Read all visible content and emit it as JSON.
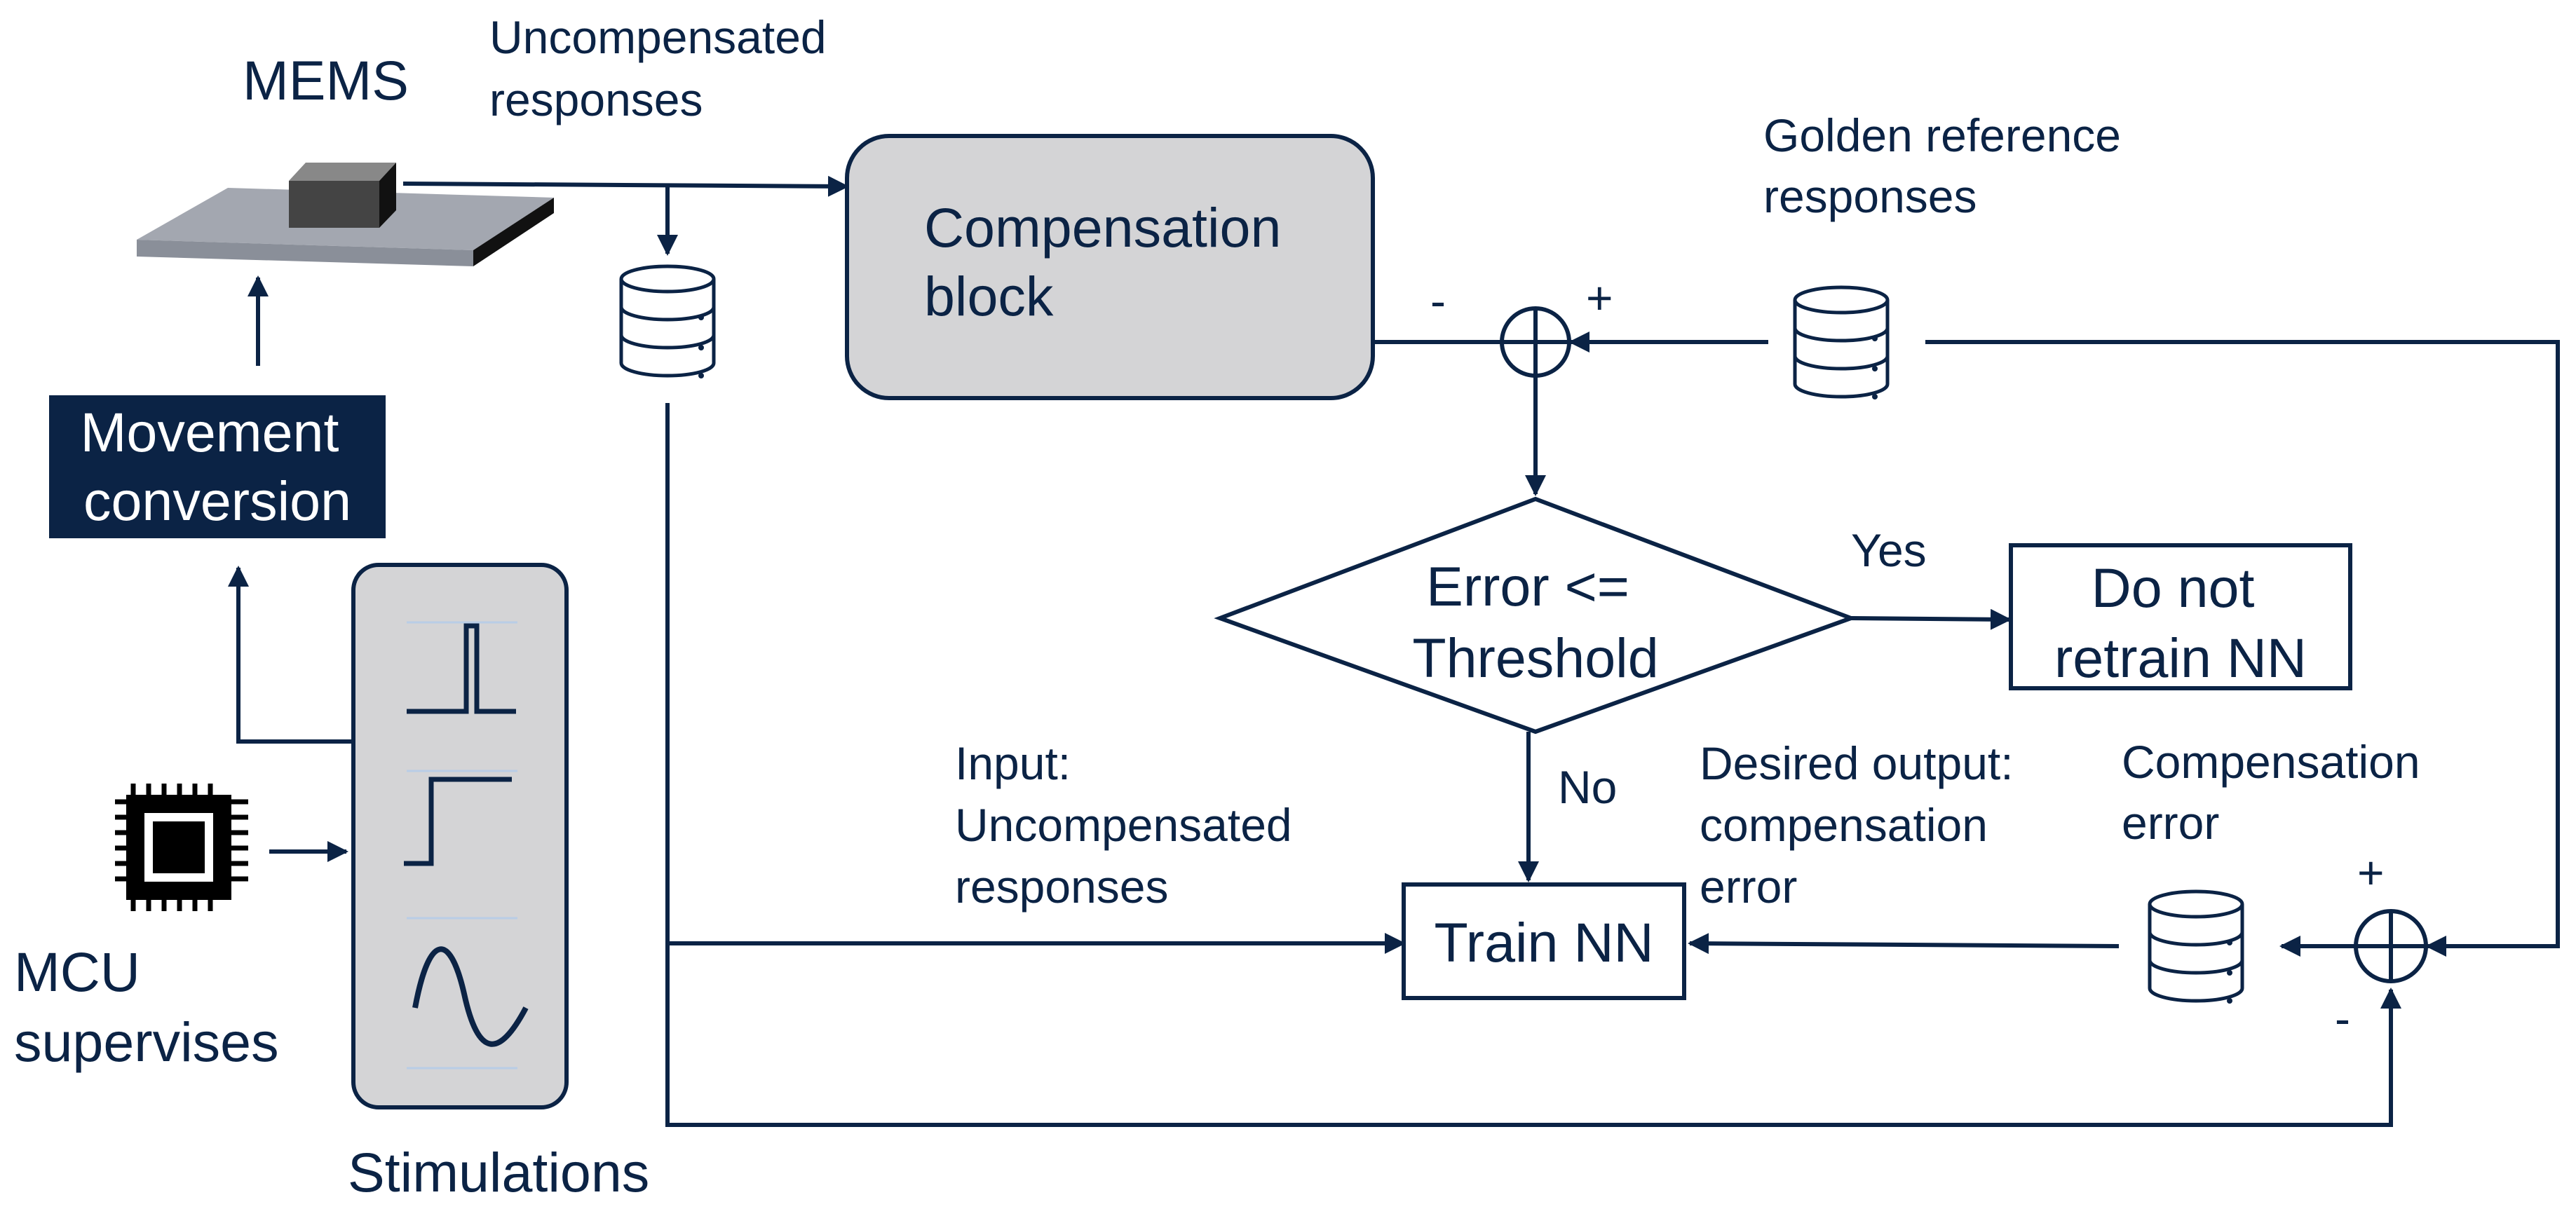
{
  "labels": {
    "mems": "MEMS",
    "uncompensated_responses": [
      "Uncompensated",
      "responses"
    ],
    "compensation_block": [
      "Compensation",
      "block"
    ],
    "golden_reference_responses": [
      "Golden reference",
      "responses"
    ],
    "movement_conversion": [
      "Movement",
      "conversion"
    ],
    "mcu_supervises": [
      "MCU",
      "supervises"
    ],
    "stimulations": "Stimulations",
    "decision": [
      "Error <=",
      "Threshold"
    ],
    "yes": "Yes",
    "no": "No",
    "do_not_retrain": [
      "Do not",
      "retrain NN"
    ],
    "train_nn": "Train NN",
    "input_label": [
      "Input:",
      "Uncompensated",
      "responses"
    ],
    "desired_output": [
      "Desired output:",
      "compensation",
      "error"
    ],
    "compensation_error": [
      "Compensation",
      "error"
    ],
    "sum1_minus": "-",
    "sum1_plus": "+",
    "sum2_plus": "+",
    "sum2_minus": "-"
  },
  "icons": {
    "mems": "mems-sensor-icon",
    "database": "database-icon",
    "chip": "microcontroller-chip-icon",
    "summing_junction": "summing-junction-icon",
    "pulse": "pulse-signal-icon",
    "step": "step-signal-icon",
    "sine": "sine-wave-icon"
  },
  "colors": {
    "primary": "#0b2345",
    "block_fill": "#d4d4d6",
    "movement_fill": "#0b2345",
    "movement_text": "#ffffff"
  }
}
